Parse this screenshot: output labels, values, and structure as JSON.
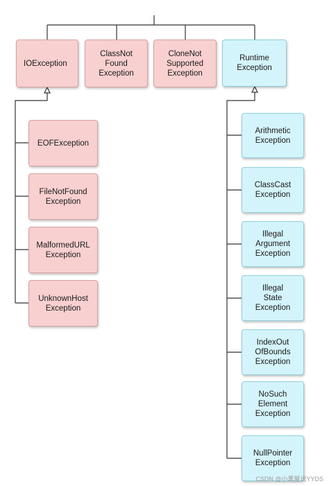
{
  "top_level": [
    {
      "label": "IOException",
      "color": "red"
    },
    {
      "label": "ClassNot\nFound\nException",
      "color": "red"
    },
    {
      "label": "CloneNot\nSupported\nException",
      "color": "red"
    },
    {
      "label": "Runtime\nException",
      "color": "blue"
    }
  ],
  "io_children": [
    {
      "label": "EOFException"
    },
    {
      "label": "FileNotFound\nException"
    },
    {
      "label": "MalformedURL\nException"
    },
    {
      "label": "UnknownHost\nException"
    }
  ],
  "runtime_children": [
    {
      "label": "Arithmetic\nException"
    },
    {
      "label": "ClassCast\nException"
    },
    {
      "label": "Illegal\nArgument\nException"
    },
    {
      "label": "Illegal\nState\nException"
    },
    {
      "label": "IndexOut\nOfBounds\nException"
    },
    {
      "label": "NoSuch\nElement\nException"
    },
    {
      "label": "NullPointer\nException"
    }
  ],
  "watermark": "CSDN @小黑屋说YYDS",
  "colors": {
    "red_fill": "#f8d0d0",
    "blue_fill": "#d4f4fb",
    "line": "#333333"
  }
}
